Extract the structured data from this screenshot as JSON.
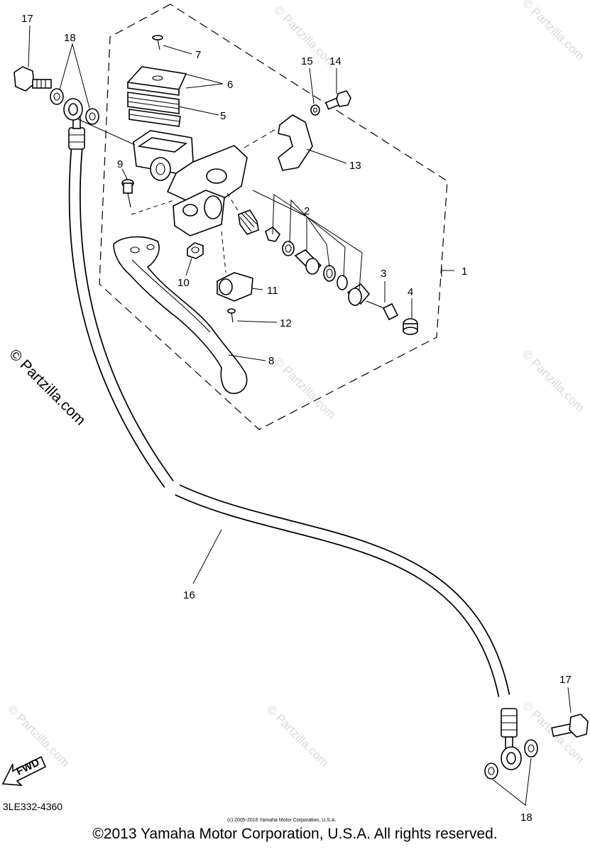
{
  "callouts": [
    "1",
    "2",
    "3",
    "4",
    "5",
    "6",
    "7",
    "8",
    "9",
    "10",
    "11",
    "12",
    "13",
    "14",
    "15",
    "16",
    "17",
    "18",
    "17",
    "18"
  ],
  "watermark_text": "© Partzilla.com",
  "fwd_label": "FWD",
  "diagram_code": "3LE332-4360",
  "fine_print": "(c) 2005-2016 Yamaha Motor Corporation, U.S.A.",
  "copyright": "©2013 Yamaha Motor Corporation, U.S.A. All rights reserved."
}
